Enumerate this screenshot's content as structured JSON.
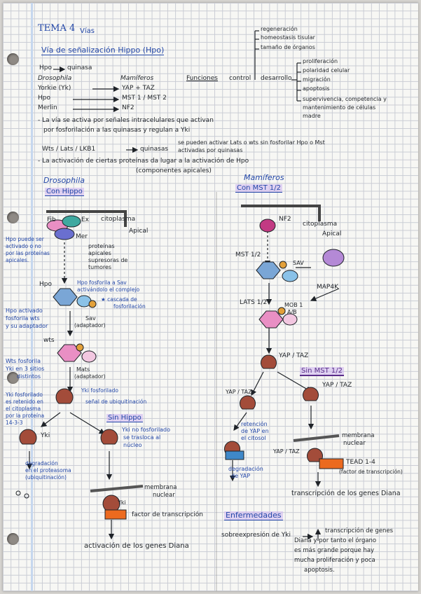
{
  "header": {
    "title": "TEMA 4",
    "subtitle": "Vías"
  },
  "section1": {
    "heading": "Vía de señalización Hippo (Hpo)"
  },
  "intro": {
    "line1_a": "Hpo",
    "line1_b": "quinasa",
    "col_drosophila": "Drosophila",
    "col_mamiferos": "Mamíferos",
    "row1_d": "Yorkie (Yk)",
    "row1_m": "YAP + TAZ",
    "row2_d": "Hpo",
    "row2_m": "MST 1 / MST 2",
    "row3_d": "Merlin",
    "row3_m": "NF2"
  },
  "funciones": {
    "label": "Funciones",
    "control": "control",
    "desarrollo": "desarrollo",
    "upper": [
      "regeneración",
      "homeostasis tisular",
      "tamaño de órganos"
    ],
    "lower": [
      "proliferación",
      "polaridad celular",
      "migración",
      "apoptosis",
      "supervivencia, competencia y",
      "mantenimiento de células",
      "madre"
    ]
  },
  "notes": {
    "n1": "- La vía se activa por señales intracelulares que activan",
    "n1b": "por fosforilación a las quinasas y regulan a Yki",
    "n2_a": "Wts / Lats / LKB1",
    "n2_b": "quinasas",
    "n2_side1": "se pueden activar Lats o wts sin fosforilar Hpo o Mst",
    "n2_side2": "activadas por quinasas",
    "n3": "- La activación de ciertas proteínas da lugar a la activación de Hpo",
    "n3b": "(componentes apicales)"
  },
  "left": {
    "title": "Drosophila",
    "subtitle": "Con Hippo",
    "fib": "Fib",
    "ex": "Ex",
    "mer": "Mer",
    "citoplasma": "citoplasma",
    "apical": "Apical",
    "prot_apical": [
      "proteínas",
      "apicales",
      "supresoras de",
      "tumores"
    ],
    "hpo_note": [
      "Hpo puede ser",
      "activado o no",
      "por las proteínas",
      "apicales."
    ],
    "hpo": "Hpo",
    "hpo_fosf": [
      "Hpo fosforila a Sav",
      "activándolo el complejo"
    ],
    "cascada": [
      "★ cascada de",
      "fosforilación"
    ],
    "sav": [
      "Sav",
      "(adaptador)"
    ],
    "hpo_act": [
      "Hpo activado",
      "fosforila wts",
      "y su adaptador"
    ],
    "wts": "wts",
    "mats": [
      "Mats",
      "(adaptador)"
    ],
    "wts_fosf": [
      "Wts fosforila",
      "Yki en 3 sitios",
      "distintos"
    ],
    "yki_fosf": "Yki fosforilado",
    "ubiq": "señal de ubiquitinación",
    "yki_ret": [
      "Yki fosforilado",
      "es retenido en",
      "el citoplasma",
      "por la proteína",
      "14-3-3"
    ],
    "yki": "Yki",
    "degr": [
      "degradación",
      "en el proteasoma",
      "(ubiquitinación)"
    ],
    "sin_hippo": "Sin Hippo",
    "yki_nofosf": [
      "Yki no fosforilado",
      "se trasloca al",
      "núcleo"
    ],
    "membrana": [
      "membrana",
      "nuclear"
    ],
    "yki2": "Yki",
    "factor": "factor de transcripción",
    "activacion": "activación de los genes Diana"
  },
  "right": {
    "title": "Mamíferos",
    "subtitle": "Con MST 1/2",
    "nf2": "NF2",
    "citoplasma": "citoplasma",
    "apical": "Apical",
    "mst": "MST 1/2",
    "sav": "SAV",
    "map4k": "MAP4K",
    "lats": "LATS 1/2",
    "mob": [
      "MOB 1",
      "A/B"
    ],
    "yaptaz": "YAP / TAZ",
    "sin_mst": "Sin MST 1/2",
    "yaptaz2": "YAP / TAZ",
    "yaptaz3": "YAP / TAZ",
    "yaptaz4": "YAP / TAZ",
    "retencion": [
      "retención",
      "de YAP en",
      "el citosol"
    ],
    "degr": [
      "degradación",
      "de YAP"
    ],
    "membrana": [
      "membrana",
      "nuclear"
    ],
    "tead": "TEAD 1-4",
    "tead_sub": "(factor de transcripción)",
    "transcripcion": "transcripción de los genes Diana"
  },
  "enfermedades": {
    "heading": "Enfermedades",
    "item": "sobreexpresión de Yki",
    "result": [
      "transcripción de genes",
      "Diana y por tanto el órgano",
      "es más grande porque hay",
      "mucha proliferación y poca",
      "apoptosis."
    ]
  }
}
